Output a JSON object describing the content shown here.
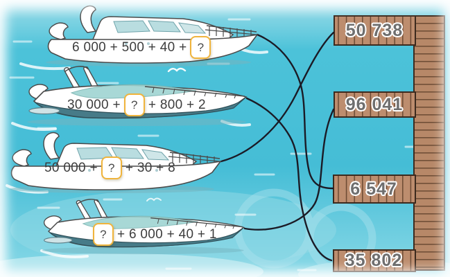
{
  "boats": [
    {
      "name": "boat-1",
      "style": "yacht",
      "expression": {
        "before": "6 000 + 500 + 40 +",
        "mystery": "?",
        "after": ""
      }
    },
    {
      "name": "boat-2",
      "style": "speedboat",
      "expression": {
        "before": "30 000 +",
        "mystery": "?",
        "after": "+ 800 + 2"
      }
    },
    {
      "name": "boat-3",
      "style": "yacht",
      "expression": {
        "before": "50 000 +",
        "mystery": "?",
        "after": "+ 30 + 8"
      }
    },
    {
      "name": "boat-4",
      "style": "speedboat",
      "expression": {
        "before": "",
        "mystery": "?",
        "after": "+ 6 000 + 40 + 1"
      }
    }
  ],
  "docks": [
    {
      "value": "50 738"
    },
    {
      "value": "96 041"
    },
    {
      "value": "6 547"
    },
    {
      "value": "35 802"
    }
  ],
  "connections": [
    {
      "from": "boat-1",
      "to": "6 547"
    },
    {
      "from": "boat-2",
      "to": "35 802"
    },
    {
      "from": "boat-3",
      "to": "50 738"
    },
    {
      "from": "boat-4",
      "to": "96 041"
    }
  ],
  "colors": {
    "water": "#4cc2d9",
    "water_light": "#a9e2ee",
    "wood": "#bd8d6e",
    "wood_seam": "#6b4a33",
    "rope": "#1b1b26",
    "mystery_box_border": "#f0b43c",
    "expression_text": "#3d3d3d",
    "dock_number_text": "#6e6e6e"
  }
}
